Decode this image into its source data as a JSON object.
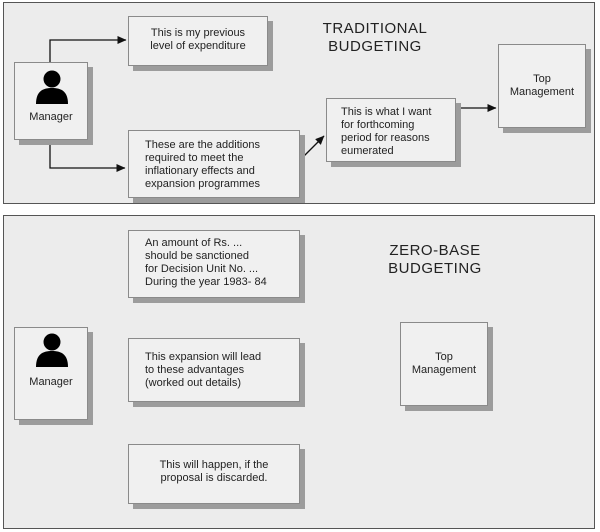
{
  "traditional": {
    "heading": [
      "TRADITIONAL",
      "BUDGETING"
    ],
    "manager_label": "Manager",
    "previous_level": [
      "This is my previous",
      "level of expenditure"
    ],
    "additions": [
      "These are the additions",
      "required to meet the",
      "inflationary effects and",
      "expansion programmes"
    ],
    "what_i_want": [
      "This is what I want",
      "for forthcoming",
      "period for reasons",
      "eumerated"
    ],
    "top_management": [
      "Top",
      "Management"
    ]
  },
  "zero_base": {
    "heading": [
      "ZERO-BASE",
      "BUDGETING"
    ],
    "manager_label": "Manager",
    "amount": [
      "An amount of Rs. ...",
      "should be sanctioned",
      "for Decision Unit No. ...",
      "During the year 1983- 84"
    ],
    "expansion": [
      "This expansion will lead",
      "to these advantages",
      "(worked out details)"
    ],
    "discarded": [
      "This will happen, if the",
      "proposal is discarded."
    ],
    "top_management": [
      "Top",
      "Management"
    ]
  }
}
